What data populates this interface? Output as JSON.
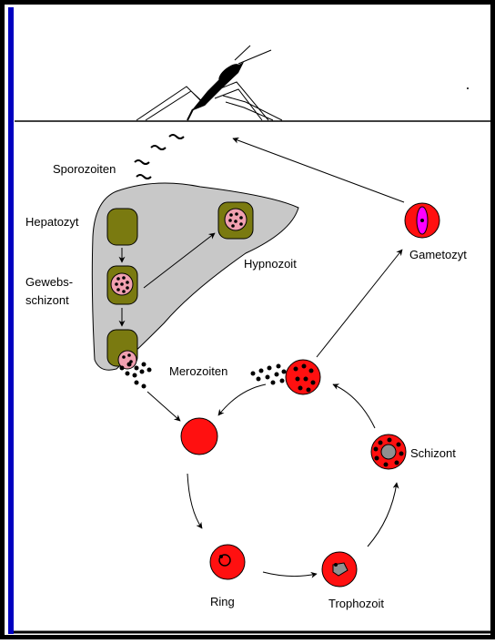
{
  "labels": {
    "sporozoiten": "Sporozoiten",
    "hepatozyt": "Hepatozyt",
    "gewebs_line1": "Gewebs-",
    "gewebs_line2": "schizont",
    "hypnozoit": "Hypnozoit",
    "merozoiten": "Merozoiten",
    "gametozyt": "Gametozyt",
    "schizont": "Schizont",
    "ring": "Ring",
    "trophozoit": "Trophozoit"
  },
  "colors": {
    "frame_black": "#000000",
    "frame_blue": "#0000c0",
    "liver_gray": "#c8c8c8",
    "hepatocyte_olive": "#7a7a10",
    "nucleus_pink": "#f0a0b0",
    "red_cell": "#ff1010",
    "gametocyte_magenta": "#ff00ff",
    "parasite_gray": "#909090"
  },
  "icons": [
    "mosquito-icon",
    "sporozoite-icon",
    "hepatocyte-icon",
    "red-blood-cell-icon",
    "arrow-icon"
  ]
}
